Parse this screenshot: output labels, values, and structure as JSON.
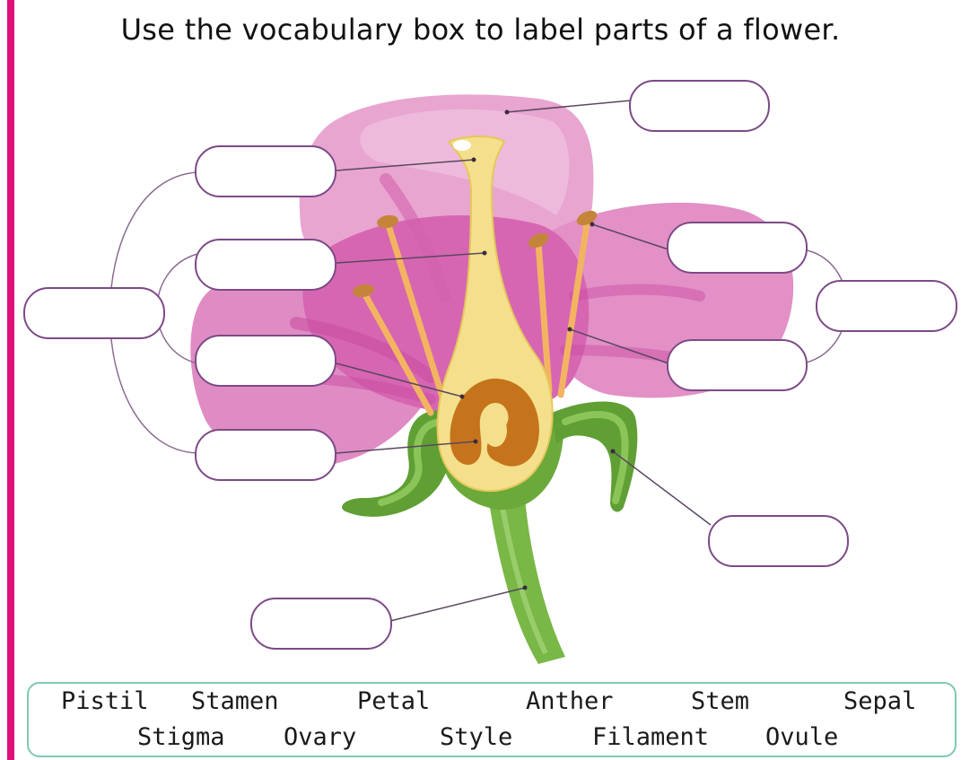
{
  "title": "Use the vocabulary box to label parts of a flower.",
  "vocabulary": {
    "row1": [
      "Pistil",
      "Stamen",
      "Petal",
      "Anther",
      "Stem",
      "Sepal"
    ],
    "row2": [
      "Stigma",
      "Ovary",
      "Style",
      "Filament",
      "Ovule"
    ]
  },
  "colors": {
    "petal_light": "#e9a6cf",
    "petal_mid": "#de7dbb",
    "petal_dark": "#cf4c9f",
    "pistil": "#f5e392",
    "ovary": "#c9761a",
    "sepal": "#6fae3c",
    "stem": "#7dbb4a",
    "stamen": "#f5b85f",
    "anther": "#c8893a",
    "label_border": "#7c4a86",
    "vocab_border": "#7fc9ad",
    "margin_bar": "#e0117a"
  }
}
